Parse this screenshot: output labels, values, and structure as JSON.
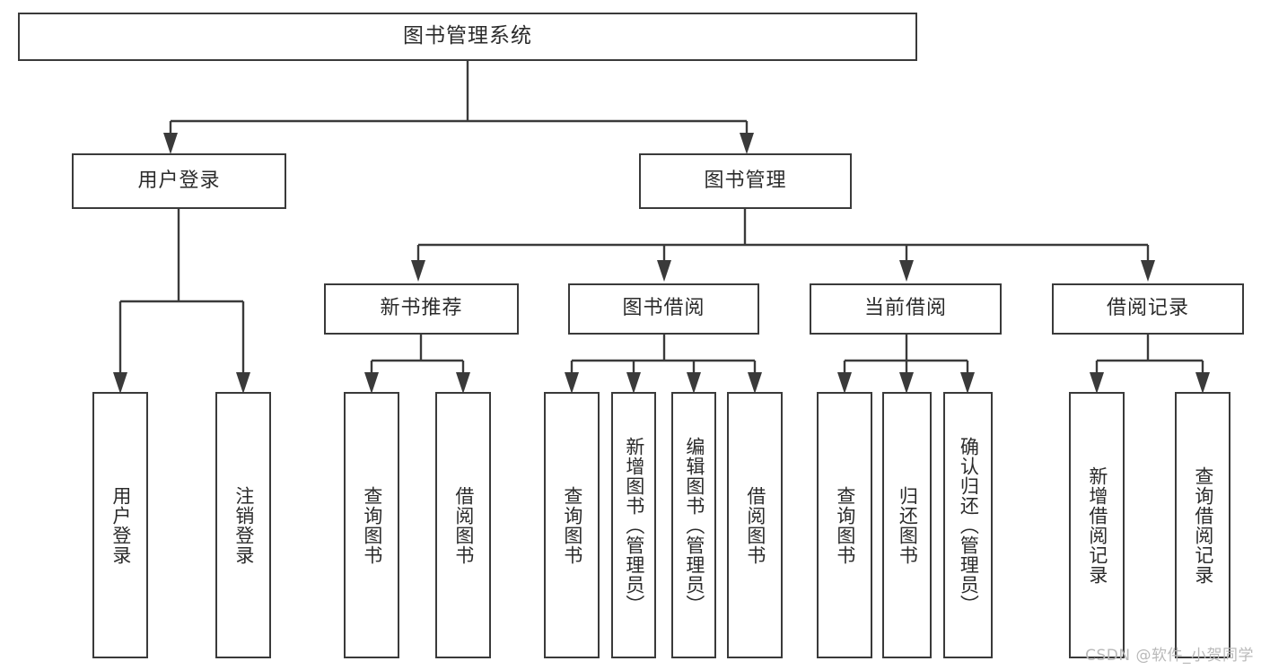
{
  "diagram": {
    "title": "图书管理系统",
    "type": "tree-hierarchy-chart",
    "watermark": "CSDN @软件_小贺同学",
    "colors": {
      "background": "#ffffff",
      "box_fill": "#ffffff",
      "box_border": "#3a3a3a",
      "text": "#2b2b2b",
      "connector": "#3a3a3a",
      "watermark": "#b9b9b9"
    },
    "root": {
      "label": "图书管理系统"
    },
    "level2": [
      {
        "label": "用户登录"
      },
      {
        "label": "图书管理"
      }
    ],
    "level3": [
      {
        "label": "新书推荐"
      },
      {
        "label": "图书借阅"
      },
      {
        "label": "当前借阅"
      },
      {
        "label": "借阅记录"
      }
    ],
    "leaves": {
      "user_login": [
        {
          "label": "用户登录"
        },
        {
          "label": "注销登录"
        }
      ],
      "new_book_recommend": [
        {
          "label": "查询图书"
        },
        {
          "label": "借阅图书"
        }
      ],
      "book_borrow": [
        {
          "label": "查询图书"
        },
        {
          "label": "新增图书（管理员）"
        },
        {
          "label": "编辑图书（管理员）"
        },
        {
          "label": "借阅图书"
        }
      ],
      "current_borrow": [
        {
          "label": "查询图书"
        },
        {
          "label": "归还图书"
        },
        {
          "label": "确认归还（管理员）"
        }
      ],
      "borrow_record": [
        {
          "label": "新增借阅记录"
        },
        {
          "label": "查询借阅记录"
        }
      ]
    }
  }
}
